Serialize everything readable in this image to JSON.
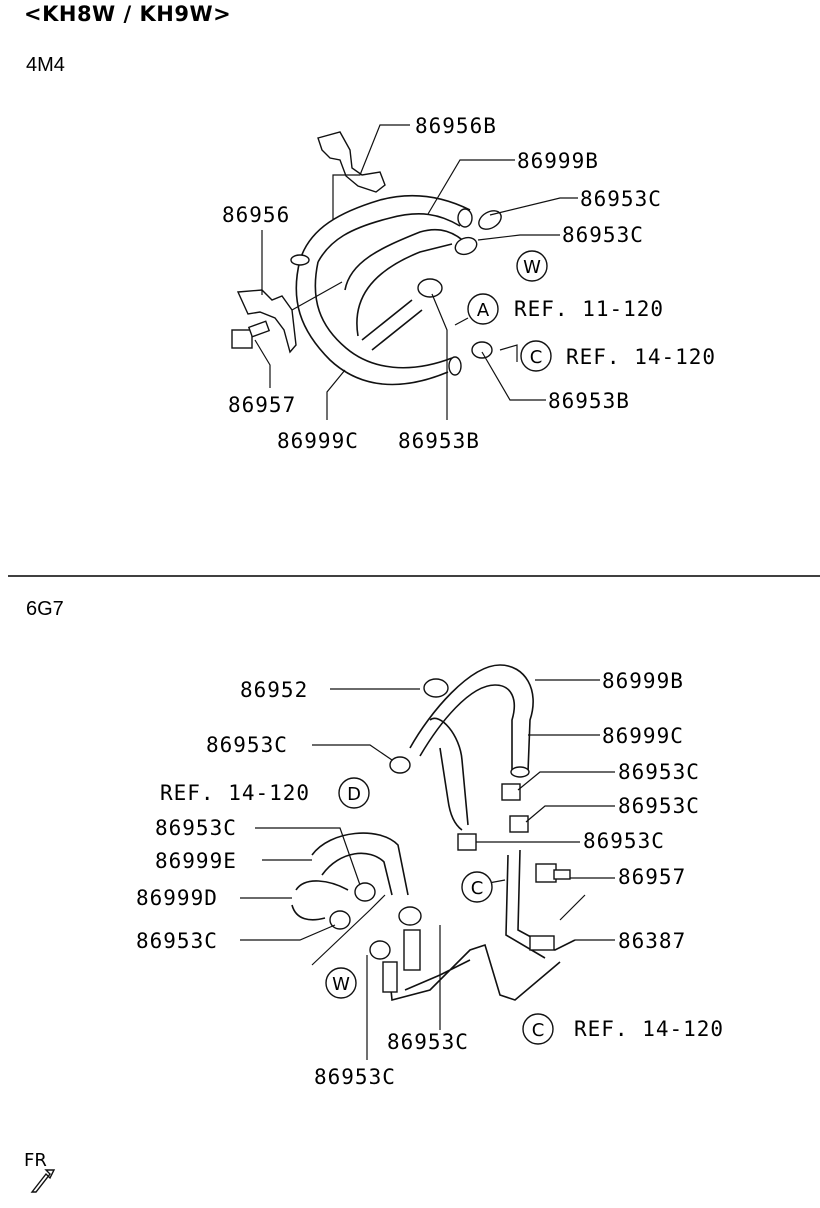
{
  "header": {
    "title": "<KH8W / KH9W>"
  },
  "section_4m4": {
    "engine_label": "4M4",
    "labels": {
      "p86956B": "86956B",
      "p86999B": "86999B",
      "p86953C_1": "86953C",
      "p86953C_2": "86953C",
      "p86956": "86956",
      "refA": "REF. 11-120",
      "refC": "REF. 14-120",
      "p86953B_right": "86953B",
      "p86957": "86957",
      "p86999C": "86999C",
      "p86953B_bottom": "86953B"
    },
    "circles": {
      "W": "W",
      "A": "A",
      "C": "C"
    }
  },
  "section_6g7": {
    "engine_label": "6G7",
    "labels": {
      "p86952": "86952",
      "p86999B": "86999B",
      "p86953C_left": "86953C",
      "p86999C": "86999C",
      "refD": "REF. 14-120",
      "p86953C_r1": "86953C",
      "p86953C_l2": "86953C",
      "p86953C_r2": "86953C",
      "p86999E": "86999E",
      "p86953C_r3": "86953C",
      "p86957": "86957",
      "p86999D": "86999D",
      "p86953C_l3": "86953C",
      "p86387": "86387",
      "refC": "REF. 14-120",
      "p86953C_b1": "86953C",
      "p86953C_b2": "86953C"
    },
    "circles": {
      "D": "D",
      "C": "C",
      "W": "W",
      "C2": "C"
    }
  },
  "footer": {
    "fr": "FR"
  }
}
